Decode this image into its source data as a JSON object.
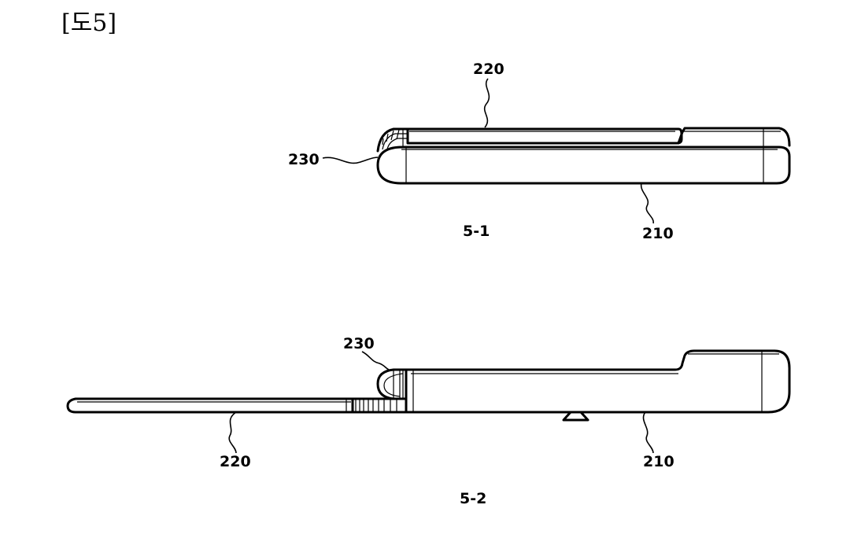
{
  "figure_title": "[도5]",
  "views": [
    {
      "caption": "5-1",
      "labels": {
        "cover": "220",
        "hinge": "230",
        "body": "210"
      }
    },
    {
      "caption": "5-2",
      "labels": {
        "cover": "220",
        "hinge": "230",
        "body": "210"
      }
    }
  ]
}
